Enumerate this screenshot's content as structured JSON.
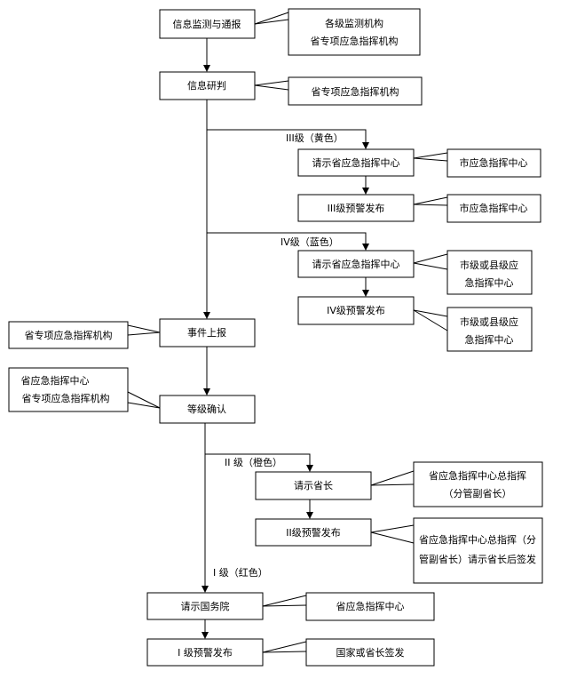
{
  "nodes": {
    "info_monitor": "信息监测与通报",
    "info_research": "信息研判",
    "req_prov_center_3": "请示省应急指挥中心",
    "level3_publish": "III级预警发布",
    "req_prov_center_4": "请示省应急指挥中心",
    "level4_publish": "IV级预警发布",
    "event_report": "事件上报",
    "level_confirm": "等级确认",
    "req_governor": "请示省长",
    "level2_publish": "II级预警发布",
    "req_state_council": "请示国务院",
    "level1_publish": "I 级预警发布"
  },
  "callouts": {
    "info_monitor_line1": "各级监测机构",
    "info_monitor_line2": "省专项应急指挥机构",
    "info_research": "省专项应急指挥机构",
    "req3": "市应急指挥中心",
    "pub3": "市应急指挥中心",
    "req4_line1": "市级或县级应",
    "req4_line2": "急指挥中心",
    "pub4_line1": "市级或县级应",
    "pub4_line2": "急指挥中心",
    "event_report": "省专项应急指挥机构",
    "level_confirm_line1": "省应急指挥中心",
    "level_confirm_line2": "省专项应急指挥机构",
    "req_gov_line1": "省应急指挥中心总指挥",
    "req_gov_line2": "（分管副省长）",
    "pub2_line1": "省应急指挥中心总指挥（分",
    "pub2_line2": "管副省长）请示省长后签发",
    "req_state": "省应急指挥中心",
    "pub1": "国家或省长签发"
  },
  "branch_labels": {
    "level3": "III级（黄色）",
    "level4": "IV级（蓝色）",
    "level2": "II 级（橙色）",
    "level1": "I 级（红色）"
  }
}
